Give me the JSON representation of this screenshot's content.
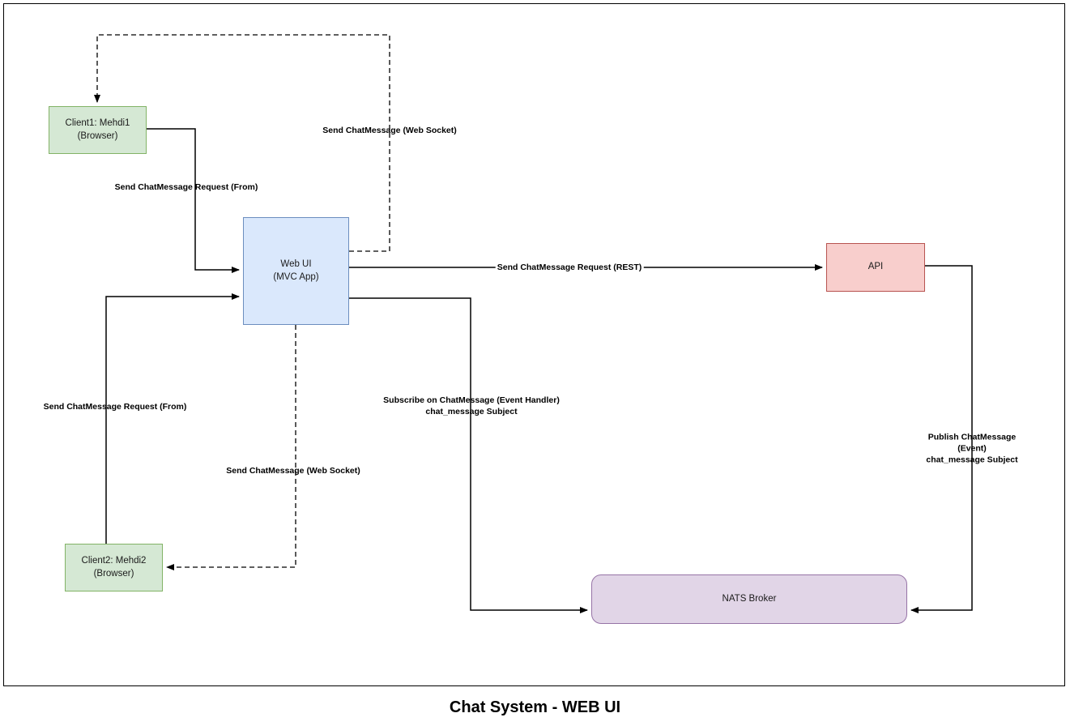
{
  "diagram": {
    "title": "Chat System - WEB UI",
    "nodes": [
      {
        "id": "client1",
        "label": "Client1: Mehdi1\n(Browser)",
        "fill": "#d5e8d4",
        "stroke": "#82b366"
      },
      {
        "id": "client2",
        "label": "Client2: Mehdi2\n(Browser)",
        "fill": "#d5e8d4",
        "stroke": "#82b366"
      },
      {
        "id": "webui",
        "label": "Web UI\n(MVC App)",
        "fill": "#dae8fc",
        "stroke": "#6c8ebf"
      },
      {
        "id": "api",
        "label": "API",
        "fill": "#f8cecc",
        "stroke": "#b85450"
      },
      {
        "id": "nats",
        "label": "NATS Broker",
        "fill": "#e1d5e7",
        "stroke": "#9673a6"
      }
    ],
    "edges": [
      {
        "id": "webui-to-client1",
        "label": "Send ChatMessage (Web Socket)",
        "style": "dashed",
        "from": "webui",
        "to": "client1"
      },
      {
        "id": "client1-to-webui",
        "label": "Send ChatMessage Request (From)",
        "style": "solid",
        "from": "client1",
        "to": "webui"
      },
      {
        "id": "client2-to-webui",
        "label": "Send ChatMessage Request (From)",
        "style": "solid",
        "from": "client2",
        "to": "webui"
      },
      {
        "id": "webui-to-client2",
        "label": "Send ChatMessage (Web Socket)",
        "style": "dashed",
        "from": "webui",
        "to": "client2"
      },
      {
        "id": "webui-to-api",
        "label": "Send ChatMessage Request (REST)",
        "style": "solid",
        "from": "webui",
        "to": "api"
      },
      {
        "id": "webui-to-nats",
        "label": "Subscribe on ChatMessage (Event Handler)\nchat_message Subject",
        "style": "solid",
        "from": "webui",
        "to": "nats"
      },
      {
        "id": "api-to-nats",
        "label": "Publish ChatMessage (Event)\nchat_message Subject",
        "style": "solid",
        "from": "api",
        "to": "nats"
      }
    ]
  }
}
